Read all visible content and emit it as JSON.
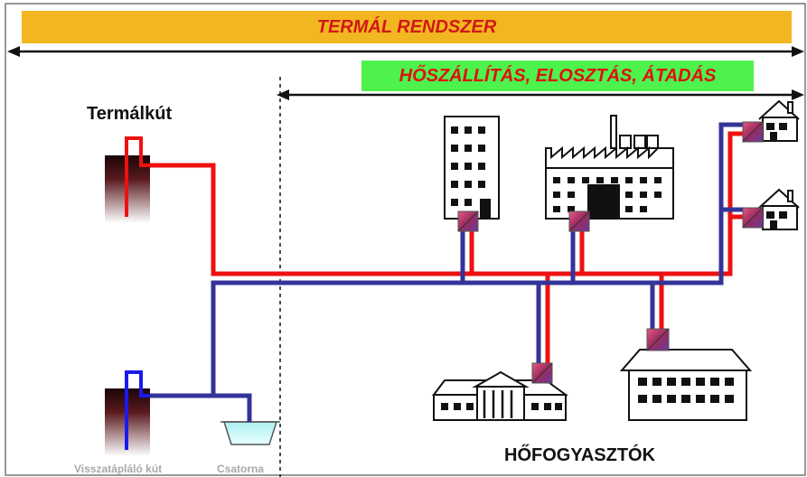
{
  "header": {
    "system_title": "TERMÁL RENDSZER",
    "distribution_title": "HŐSZÁLLÍTÁS, ELOSZTÁS, ÁTADÁS"
  },
  "labels": {
    "thermal_well": "Termálkút",
    "return_well": "Visszatápláló kút",
    "canal": "Csatorna",
    "heat_consumers": "HŐFOGYASZTÓK"
  },
  "colors": {
    "title_bar": "#f2b620",
    "title_text": "#d01818",
    "sub_box": "#4df24d",
    "supply_pipe": "#ee1111",
    "return_pipe": "#333399",
    "heat_exchanger": "#b0306a",
    "well_shaft": "#3a0f12"
  },
  "icons": [
    "thermal-well-icon",
    "return-well-icon",
    "canal-basin-icon",
    "office-building-icon",
    "factory-icon",
    "house-icon",
    "public-building-icon",
    "school-building-icon",
    "heat-exchanger-icon"
  ]
}
